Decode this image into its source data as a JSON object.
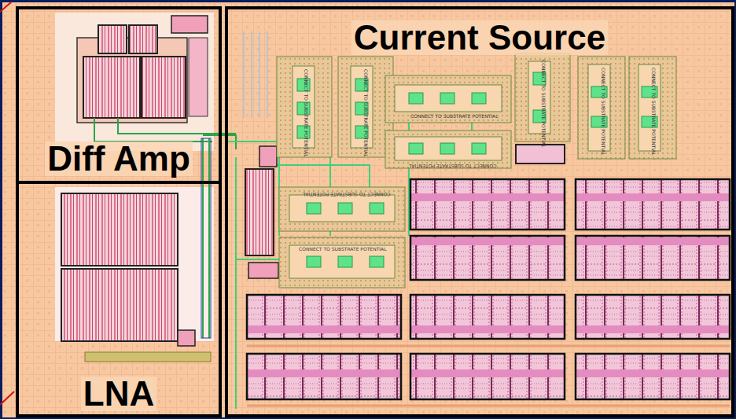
{
  "diagram": {
    "nodes": [
      {
        "text": [
          "Diff Amp"
        ]
      },
      {
        "text": [
          "Current Source"
        ]
      },
      {
        "text": [
          "LNA"
        ]
      }
    ],
    "labels": [
      "CONNECT TO SUBSTRATE POTENTIAL",
      "CONNECT TO SUBSTRATE POTENTIAL",
      "CONNECT TO SUBSTRATE POTENTIAL",
      "CONNECT TO SUBSTRATE POTENTIAL",
      "CONNECT TO SUBSTRATE POTENTIAL",
      "CONNECT TO SUBSTRATE POTENTIAL",
      "CONNECT TO SUBSTRATE POTENTIAL",
      "CONNECT TO SUBSTRATE POTENTIAL",
      "CONNECT TO SUBSTRATE POTENTIAL"
    ]
  }
}
